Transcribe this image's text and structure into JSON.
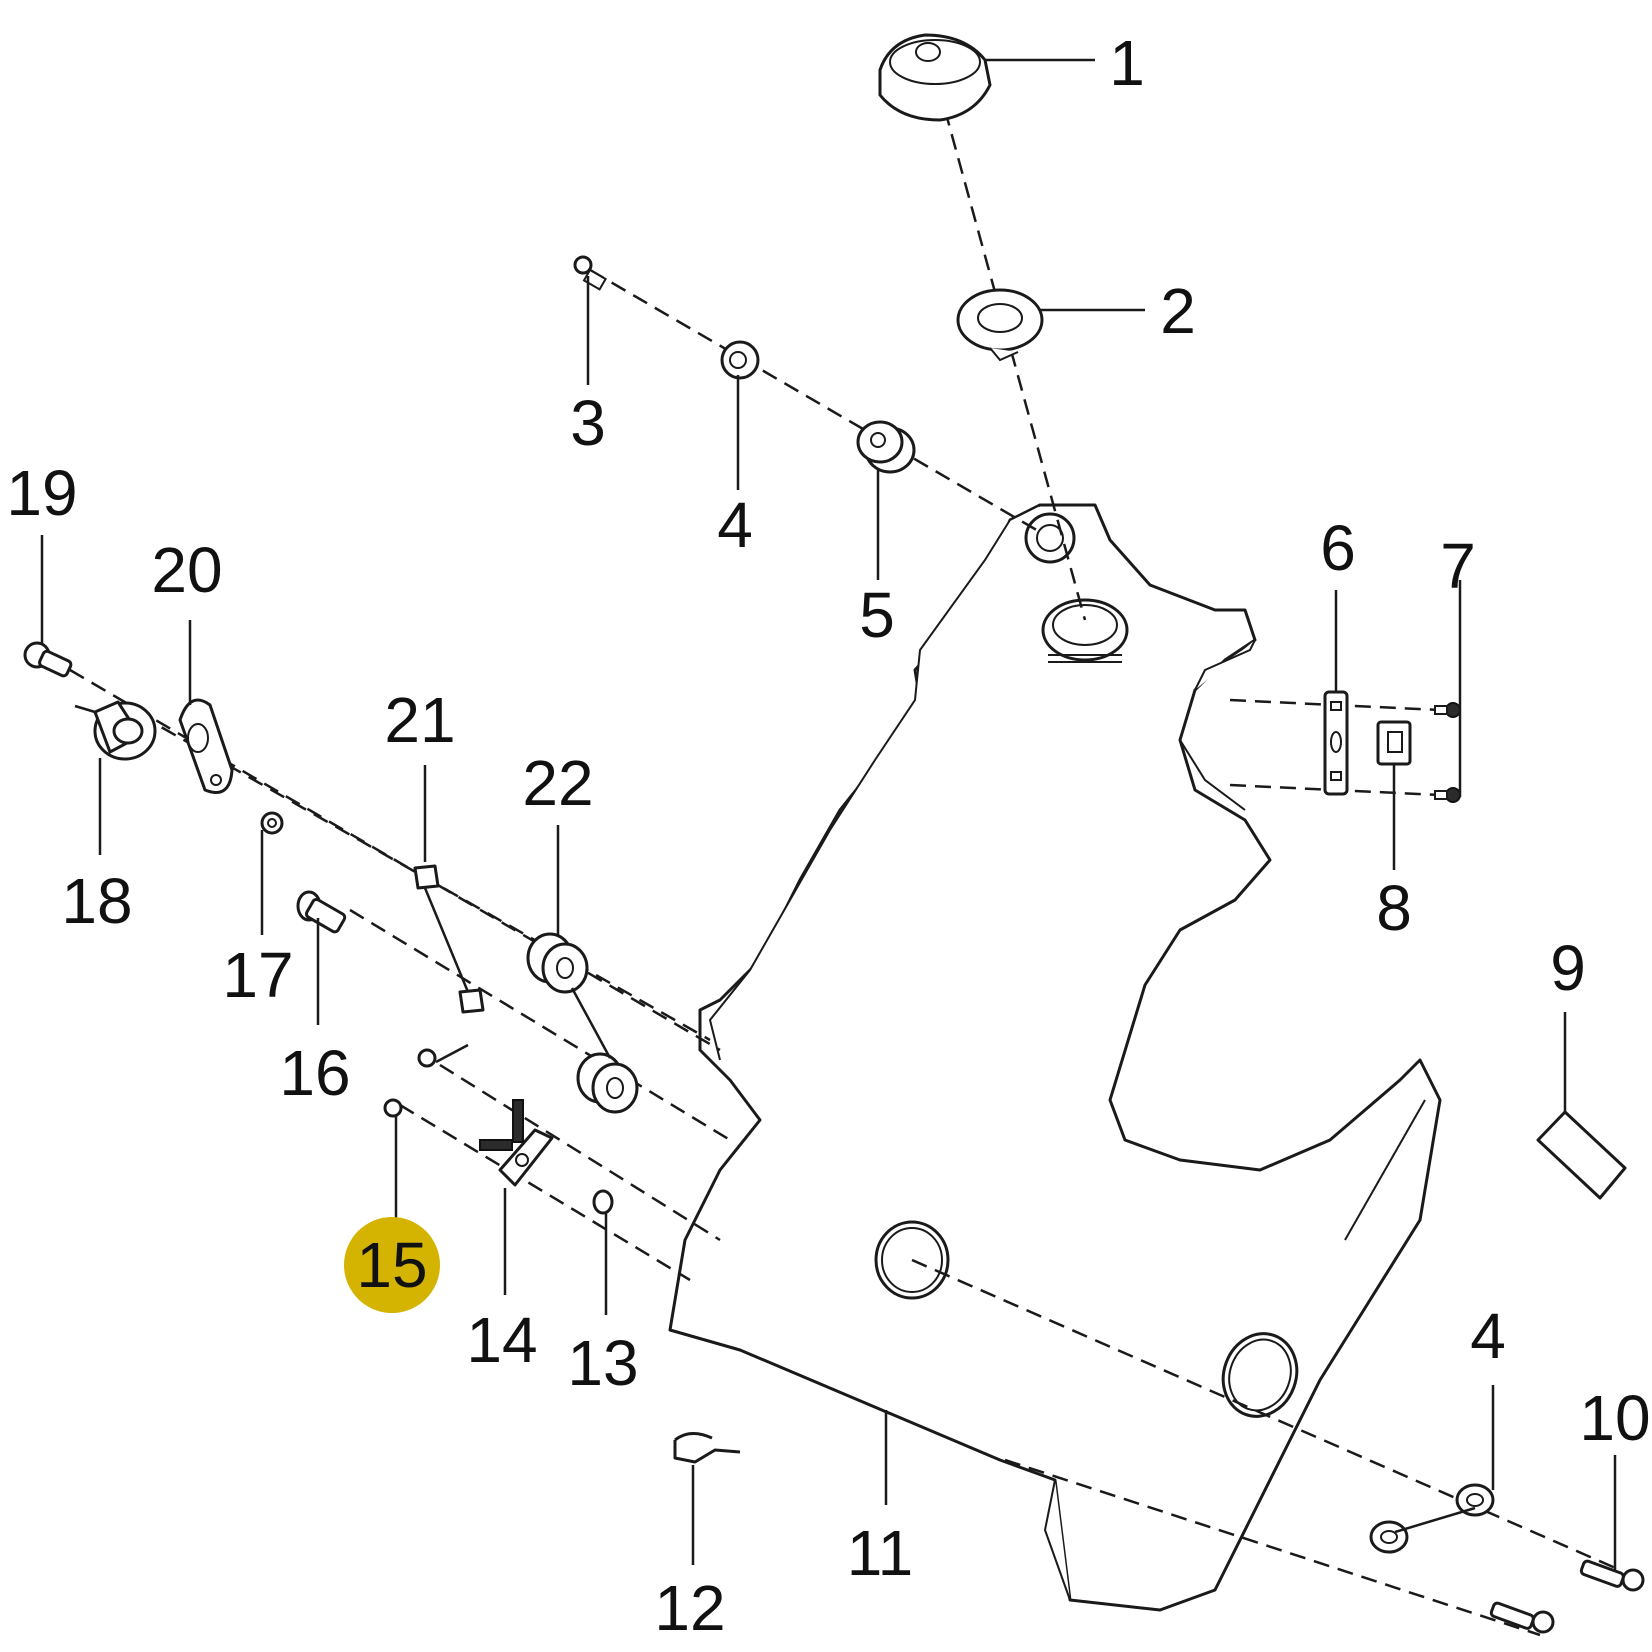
{
  "highlight_color": "#d4b400",
  "highlighted_callout": "15",
  "callouts": {
    "c1": "1",
    "c2": "2",
    "c3": "3",
    "c4a": "4",
    "c5": "5",
    "c6": "6",
    "c7": "7",
    "c8": "8",
    "c9": "9",
    "c10": "10",
    "c11": "11",
    "c12": "12",
    "c13": "13",
    "c14": "14",
    "c15": "15",
    "c16": "16",
    "c17": "17",
    "c18": "18",
    "c19": "19",
    "c20": "20",
    "c21": "21",
    "c22": "22",
    "c4b": "4"
  }
}
